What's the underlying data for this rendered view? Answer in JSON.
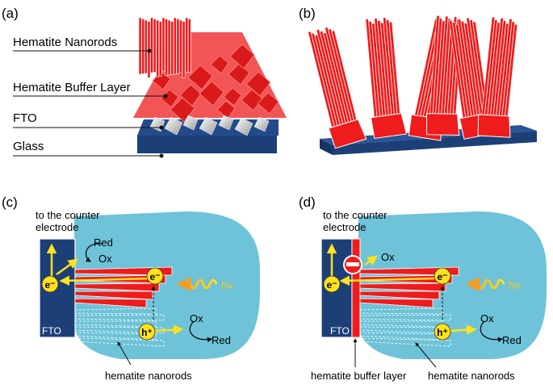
{
  "panels": {
    "a": {
      "label": "(a)",
      "layers": [
        "Hematite Nanorods",
        "Hematite Buffer Layer",
        "FTO",
        "Glass"
      ]
    },
    "b": {
      "label": "(b)"
    },
    "c": {
      "label": "(c)",
      "counter_line1": "to the counter",
      "counter_line2": "electrode",
      "red_top": "Red",
      "ox_top": "Ox",
      "electron": "e⁻",
      "hole": "h⁺",
      "light": "hv",
      "ox_bottom": "Ox",
      "red_bottom": "Red",
      "fto": "FTO",
      "caption": "hematite nanorods"
    },
    "d": {
      "label": "(d)",
      "counter_line1": "to the counter",
      "counter_line2": "electrode",
      "ox_top": "Ox",
      "electron": "e⁻",
      "hole": "h⁺",
      "light": "hv",
      "ox_bottom": "Ox",
      "red_bottom": "Red",
      "fto": "FTO",
      "caption_buffer": "hematite buffer layer",
      "caption_rods": "hematite nanorods"
    }
  },
  "colors": {
    "hematite": "#ee1c1c",
    "fto": "#1d3f78",
    "electrolyte": "#6ec3d9",
    "carrier": "#ffe21a",
    "arrow": "#ffe21a",
    "photon": "#f39c26"
  }
}
